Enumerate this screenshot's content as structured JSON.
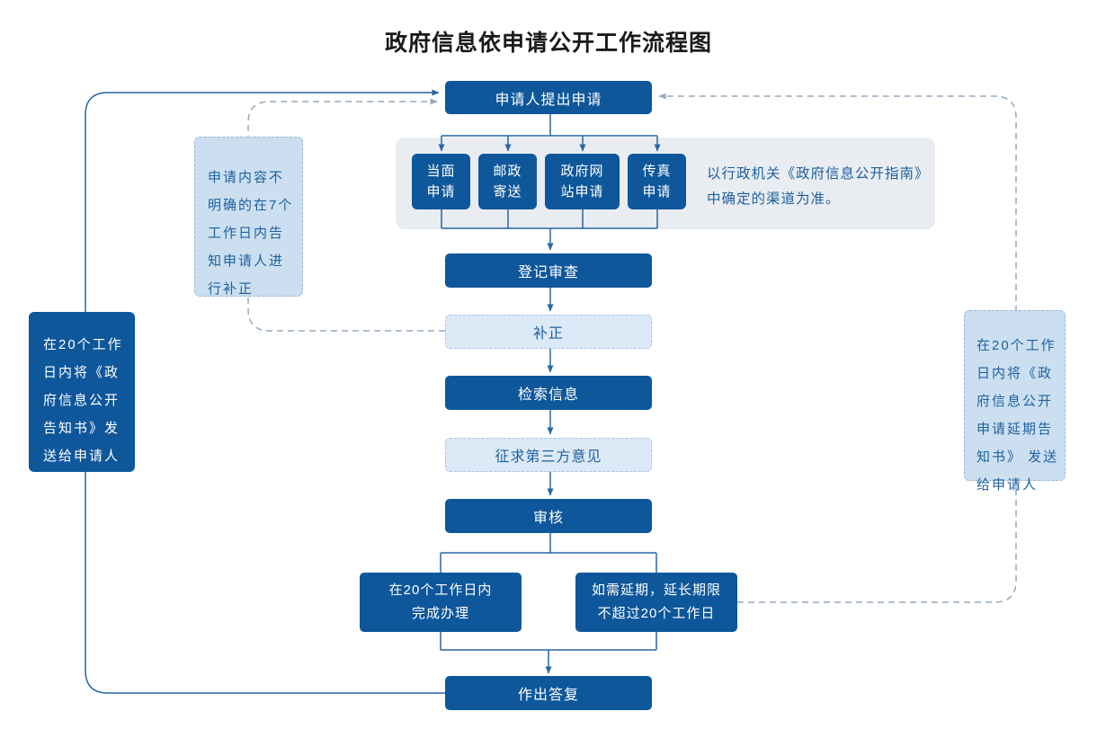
{
  "title": "政府信息依申请公开工作流程图",
  "colors": {
    "dark_box": "#0e579b",
    "light_fill": "#dce9f6",
    "light_border": "#a9c6e0",
    "side_fill": "#cbdff0",
    "side_border": "#9cb9d4",
    "container_fill": "#e9edf2",
    "blue_text": "#1f609f",
    "solid_line": "#2767a3",
    "dashed_line": "#94aabf"
  },
  "nodes": {
    "apply": {
      "label": "申请人提出申请"
    },
    "channels": [
      {
        "line1": "当面",
        "line2": "申请"
      },
      {
        "line1": "邮政",
        "line2": "寄送"
      },
      {
        "line1": "政府网",
        "line2": "站申请"
      },
      {
        "line1": "传真",
        "line2": "申请"
      }
    ],
    "channel_note": {
      "line1": "以行政机关《政府信息公开指南》",
      "line2": "中确定的渠道为准。"
    },
    "register": {
      "label": "登记审查"
    },
    "supplement": {
      "label": "补正"
    },
    "search": {
      "label": "检索信息"
    },
    "third_party": {
      "label": "征求第三方意见"
    },
    "review": {
      "label": "审核"
    },
    "complete": {
      "line1": "在20个工作日内",
      "line2": "完成办理"
    },
    "extend": {
      "line1": "如需延期，延长期限",
      "line2": "不超过20个工作日"
    },
    "reply": {
      "label": "作出答复"
    },
    "notice_left": {
      "lines": [
        "在20个工作",
        "日内将《政",
        "府信息公开",
        "告知书》发",
        "送给申请人"
      ]
    },
    "supplement_note": {
      "lines": [
        "申请内容不",
        "明确的在7个",
        "工作日内告",
        "知申请人进",
        "行补正"
      ]
    },
    "notice_right": {
      "lines": [
        "在20个工作",
        "日内将《政",
        "府信息公开",
        "申请延期告",
        "知书》 发送",
        "给申请人"
      ]
    }
  }
}
